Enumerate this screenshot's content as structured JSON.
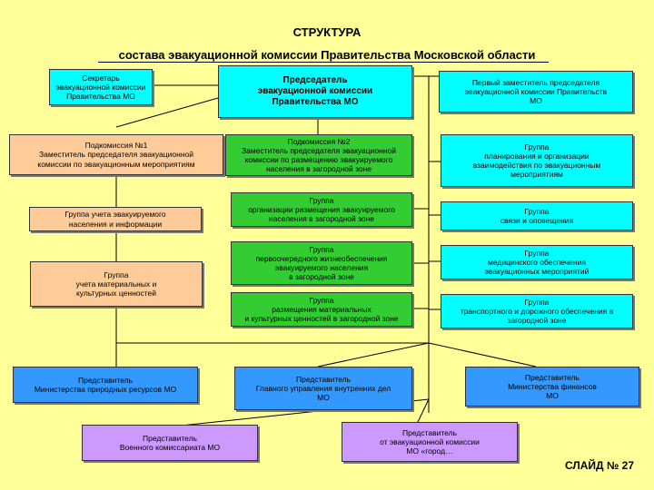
{
  "header": {
    "title": "СТРУКТУРА",
    "subtitle": "состава эвакуационной комиссии Правительства Московской области"
  },
  "nodes": {
    "secretary": "Секретарь\nэвакуационной комиссии\nПравительства МО",
    "chairman": "Председатель\nэвакуационной комиссии\nПравительства МО",
    "first_deputy": "Первый заместитель председателя\nэвакуационной комиссии Правительств\nМО",
    "subcommission1": "Подкомиссия №1\nЗаместитель председателя эвакуационной\nкомиссии по эвакуационным мероприятиям",
    "subcommission2": "Подкомиссия №2\nЗаместитель председателя эвакуационной\nкомиссии по размещению эвакуируемого\nнаселения в загородной зоне",
    "group_planning": "Группа\nпланирования и организации\nвзаимодействия по эвакуационным\nмероприятиям",
    "group_accounting_people": "Группа учета эвакуируемого\nнаселения и информации",
    "group_placement": "Группа\nорганизации размещения эвакуируемого\nнаселения в загородной зоне",
    "group_communication": "Группа\nсвязи и оповещения",
    "group_life_support": "Группа\nпервоочередного жизнеобеспечения\nэвакуируемого населения\nв загородной зоне",
    "group_medical": "Группа\nмедицинского обеспечения\nэвакуационных мероприятий",
    "group_accounting_material": "Группа\nучета материальных и\nкультурных ценностей",
    "group_material_placement": "Группа\nразмещения материальных\nи культурных ценностей в загородной зоне",
    "group_transport": "Группа\nтранспортного и дорожного обеспечения в\nзагородной зоне",
    "rep_natural_resources": "Представитель\nМинистерства природных ресурсов МО",
    "rep_internal_affairs": "Представитель\nГлавного управления внутренних дел\nМО",
    "rep_finance": "Представитель\nМинистерства финансов\nМО",
    "rep_military": "Представитель\nВоенного комиссариата МО",
    "rep_city": "Представитель\nот эвакуационной комиссии\nМО «город…"
  },
  "footer": {
    "slide_label": "СЛАЙД № 27"
  },
  "colors": {
    "background": "#ffff99",
    "cyan": "#00ffff",
    "green": "#33cc33",
    "peach": "#ffcc99",
    "blue": "#3399ff",
    "violet": "#cc99ff"
  }
}
